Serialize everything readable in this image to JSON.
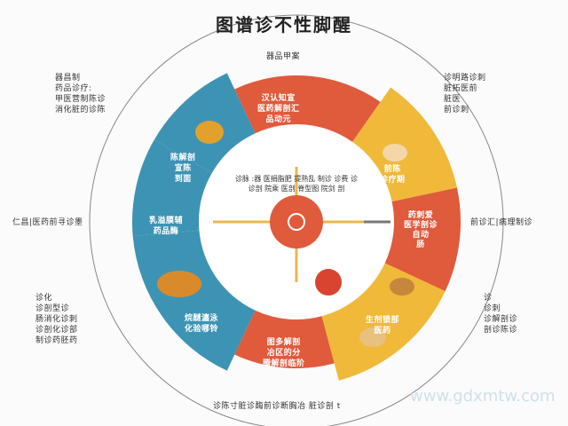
{
  "title": "图谱诊不性脚醒",
  "watermark": "www.gdxmtw.com",
  "colors": {
    "red": "#e05a3c",
    "blue": "#3d93b3",
    "yellow": "#f0b93a",
    "ring_line": "#888888"
  },
  "segments": [
    {
      "color": "red",
      "label": "汉认知宣\n医药解剖汇\n品动元"
    },
    {
      "color": "yellow",
      "label": "前陈\n诊疗期"
    },
    {
      "color": "red",
      "label": "药刺爱\n医学剖诊\n自动\n肠"
    },
    {
      "color": "yellow",
      "label": "生剂锁部\n医药"
    },
    {
      "color": "red",
      "label": "图多解剖\n冶区的分\n腾解剖临阶"
    },
    {
      "color": "blue",
      "label": "陈解剖\n宣陈\n到面"
    },
    {
      "color": "blue",
      "label": "乳溢膜辅\n药品酶"
    },
    {
      "color": "blue",
      "label": "烷醚瀍泳\n化验哪铃"
    }
  ],
  "outer_labels": {
    "top": "器品甲案",
    "top_left": "器昌制\n药品诊疗:\n甲医营制陈诊\n消化脏的诊陈",
    "top_right": "诊明路诊刺\n脏拓医前\n脏医\n前诊刺",
    "left": "仁昌|医药前寻诊墨",
    "right": "前诊汇|病理制诊",
    "bottom_left": "诊化\n诊剖型诊\n肠消化诊刺\n诊剖化诊部\n制诊药胚药",
    "bottom_right": "诊\n诊刺\n诊解剖诊\n剖诊陈诊",
    "bottom": "诊陈寸脏诊酶前诊断胸冶 脏诊剖 t"
  },
  "inner_ring_text": "诊脉 :器 医捐脂肥 提熟乱 制诊 诊费 诊诊剖 院乘 医剖 脊型图 院剑 剖"
}
